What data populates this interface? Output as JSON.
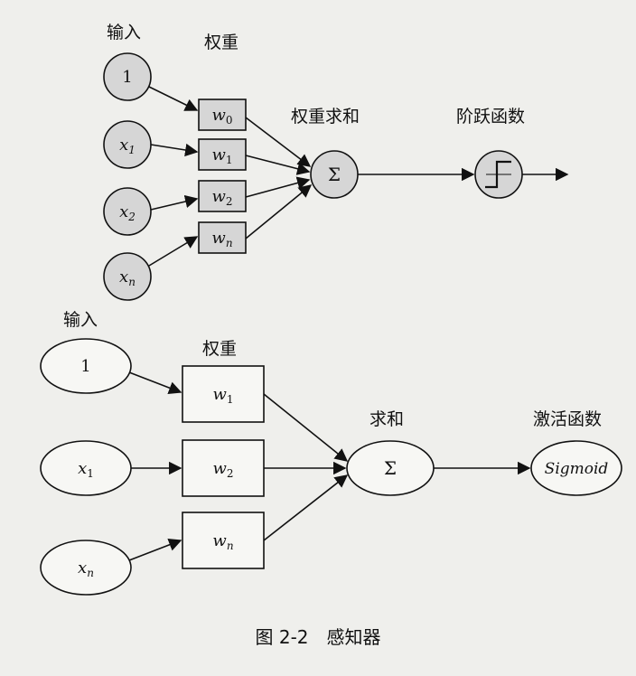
{
  "top": {
    "input_label": "输入",
    "weight_label": "权重",
    "sum_label": "权重求和",
    "step_label": "阶跃函数",
    "inputs": [
      "1",
      "x1",
      "x2",
      "xn"
    ],
    "weights": [
      "w0",
      "w1",
      "w2",
      "wn"
    ],
    "sum_symbol": "Σ"
  },
  "bottom": {
    "input_label": "输入",
    "weight_label": "权重",
    "sum_label": "求和",
    "activation_label": "激活函数",
    "inputs": [
      "1",
      "x1",
      "xn"
    ],
    "weights": [
      "w1",
      "w2",
      "wn"
    ],
    "sum_symbol": "Σ",
    "activation": "Sigmoid"
  },
  "caption": "图 2-2　感知器"
}
